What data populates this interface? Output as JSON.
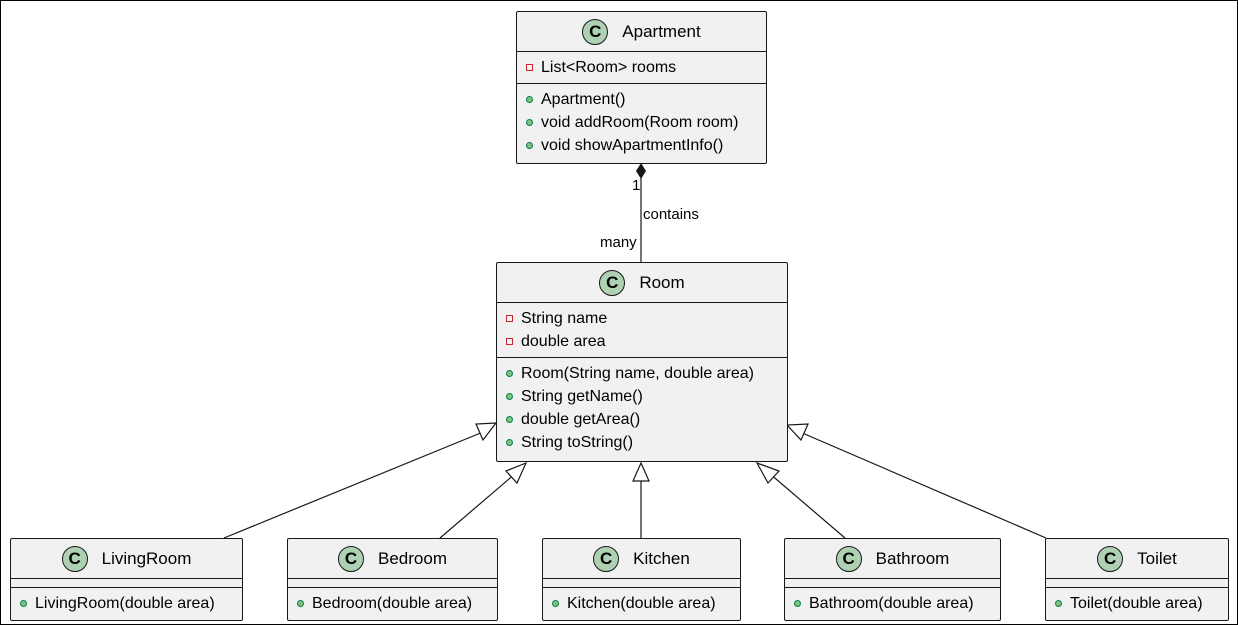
{
  "classes": {
    "apartment": {
      "name": "Apartment",
      "fields": [
        "List<Room> rooms"
      ],
      "methods": [
        "Apartment()",
        "void addRoom(Room room)",
        "void showApartmentInfo()"
      ]
    },
    "room": {
      "name": "Room",
      "fields": [
        "String name",
        "double area"
      ],
      "methods": [
        "Room(String name, double area)",
        "String getName()",
        "double getArea()",
        "String toString()"
      ]
    },
    "livingroom": {
      "name": "LivingRoom",
      "methods": [
        "LivingRoom(double area)"
      ]
    },
    "bedroom": {
      "name": "Bedroom",
      "methods": [
        "Bedroom(double area)"
      ]
    },
    "kitchen": {
      "name": "Kitchen",
      "methods": [
        "Kitchen(double area)"
      ]
    },
    "bathroom": {
      "name": "Bathroom",
      "methods": [
        "Bathroom(double area)"
      ]
    },
    "toilet": {
      "name": "Toilet",
      "methods": [
        "Toilet(double area)"
      ]
    }
  },
  "relations": {
    "composition": {
      "label": "contains",
      "multiplicity_source": "1",
      "multiplicity_target": "many"
    }
  },
  "icons": {
    "class_icon_letter": "C"
  },
  "colors": {
    "class_fill": "#f1f1f1",
    "icon_fill": "#add1b2",
    "private_marker": "#c82930",
    "public_marker": "#84be84"
  }
}
